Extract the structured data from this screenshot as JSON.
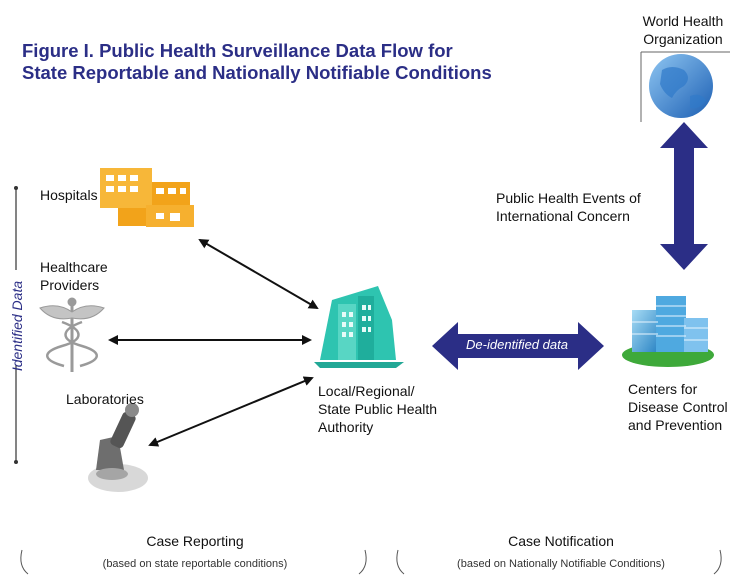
{
  "title": "Figure I. Public Health Surveillance Data Flow for State Reportable and Nationally Notifiable Conditions",
  "nodes": {
    "hospitals": "Hospitals",
    "healthcare_providers": "Healthcare Providers",
    "laboratories": "Laboratories",
    "public_health_authority": "Local/Regional/ State Public Health Authority",
    "cdc": "Centers for Disease Control and Prevention",
    "who": "World Health Organization"
  },
  "labels": {
    "identified_data": "Identified Data",
    "deidentified_data": "De-identified data",
    "international_concern": "Public Health Events of International Concern"
  },
  "sections": {
    "case_reporting": "Case Reporting",
    "case_reporting_note": "(based on state reportable conditions)",
    "case_notification": "Case Notification",
    "case_notification_note": "(based on Nationally Notifiable Conditions)"
  },
  "colors": {
    "title": "#2b2e86",
    "arrow_blue": "#2b2e86",
    "hospital_orange": "#f2a31a",
    "authority_teal": "#2ec4b0"
  },
  "icons": {
    "hospitals": "hospital-building-icon",
    "healthcare_providers": "caduceus-icon",
    "laboratories": "microscope-icon",
    "public_health_authority": "authority-building-icon",
    "cdc": "office-tower-icon",
    "who": "globe-icon"
  }
}
